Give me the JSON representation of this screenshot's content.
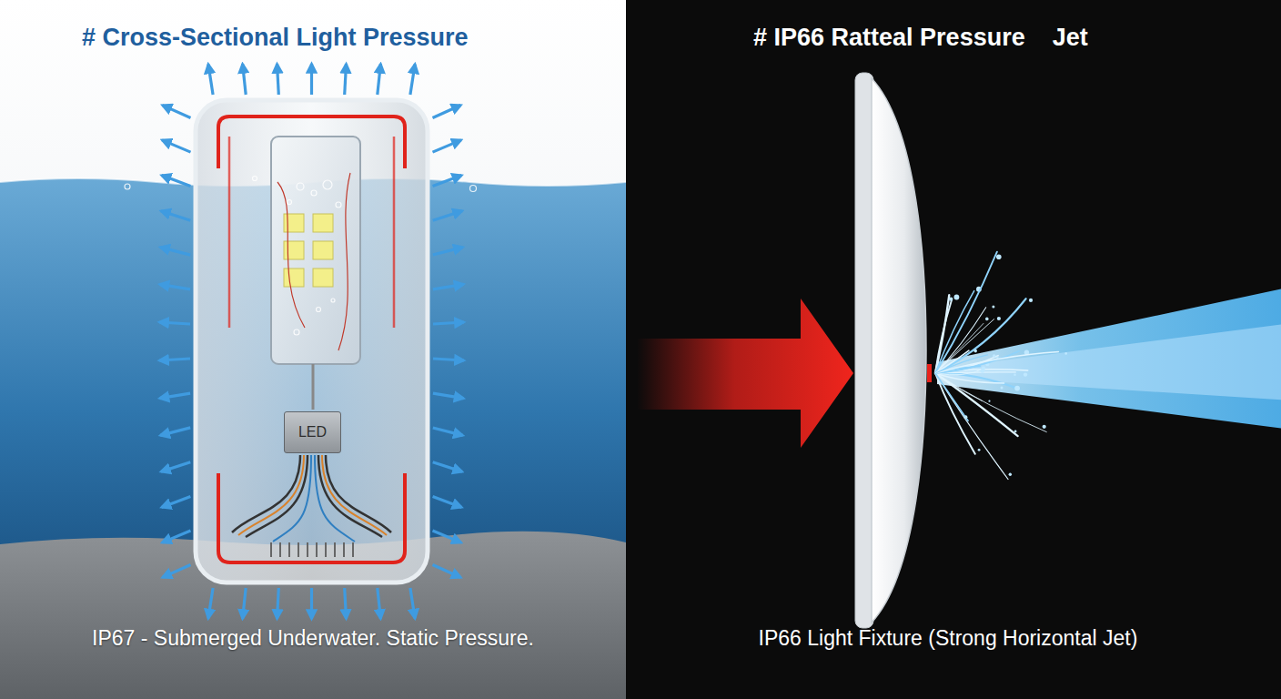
{
  "diagram": {
    "nodes": [
      {
        "text": [
          "LED"
        ]
      }
    ],
    "labels": [
      "# Cross-Sectional Light Pressure",
      "IP67 - Submerged Underwater. Static Pressure.",
      "# IP66 Ratteal Pressure    Jet",
      "IP66 Light Fixture (Strong Horizontal Jet)"
    ]
  }
}
